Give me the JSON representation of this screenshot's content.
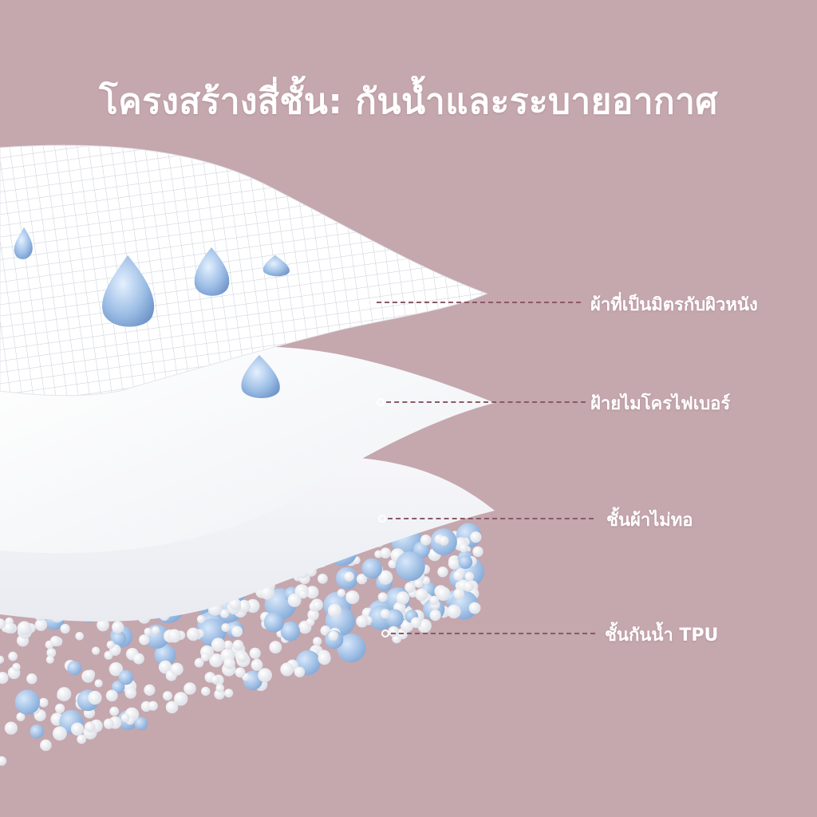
{
  "title": "โครงสร้างสี่ชั้น: กันน้ำและระบายอากาศ",
  "colors": {
    "background": "#c5a7ae",
    "text": "#ffffff",
    "leader_dash": "#8a5a66",
    "droplet": "#8fb5de"
  },
  "layers": [
    {
      "label": "ผ้าที่เป็นมิตรกับผิวหนัง"
    },
    {
      "label": "ฝ้ายไมโครไฟเบอร์"
    },
    {
      "label": "ชั้นผ้าไม่ทอ"
    },
    {
      "label": "ชั้นกันน้ำ TPU"
    }
  ]
}
